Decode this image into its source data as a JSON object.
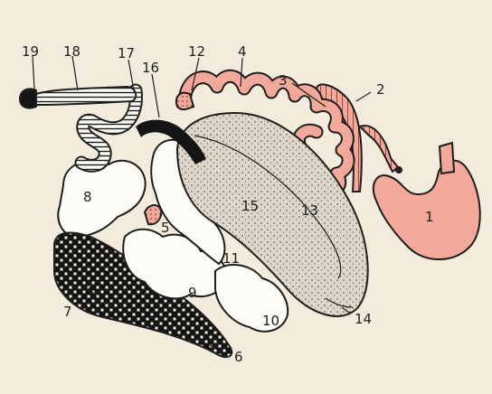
{
  "labels": {
    "l1": "1",
    "l2": "2",
    "l3": "3",
    "l4": "4",
    "l5": "5",
    "l6": "6",
    "l7": "7",
    "l8": "8",
    "l9": "9",
    "l10": "10",
    "l11": "11",
    "l12": "12",
    "l13": "13",
    "l14": "14",
    "l15": "15",
    "l16": "16",
    "l17": "17",
    "l18": "18",
    "l19": "19"
  },
  "colors": {
    "background": "#f3ecdd",
    "pink": "#f2a89a",
    "outline": "#1e1e1e",
    "organ_fill": "#fdfbf5",
    "stipple_fill": "#ddd6c9",
    "black": "#151515"
  }
}
